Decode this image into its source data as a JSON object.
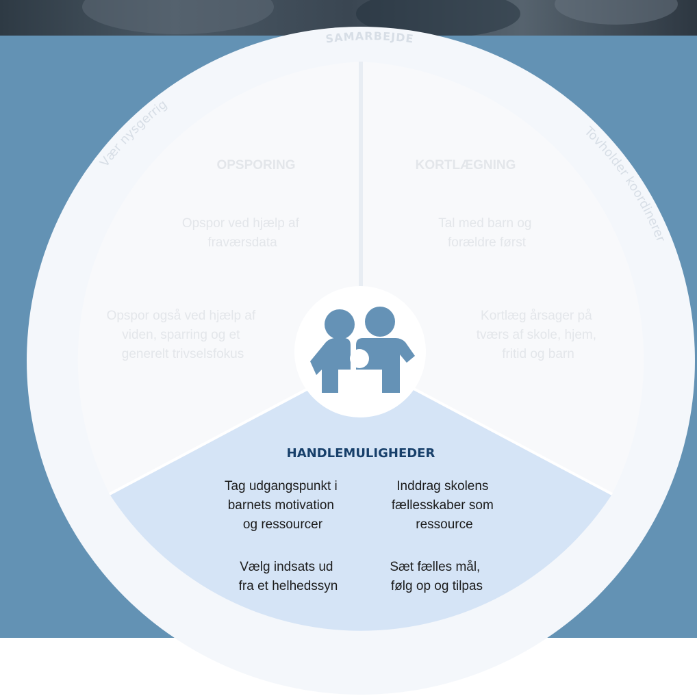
{
  "ring": {
    "top_label": "SAMARBEJDE",
    "left_label": "Vær nysgerrig",
    "right_label": "Tovholder koordinerer"
  },
  "segments": {
    "opsporing": {
      "title": "OPSPORING",
      "items": [
        "Opspor ved hjælp af",
        "fraværsdata"
      ],
      "items2": [
        "Opspor også ved hjælp af",
        "viden, sparring og et",
        "generelt trivselsfokus"
      ]
    },
    "kortlaegning": {
      "title": "KORTLÆGNING",
      "items": [
        "Tal med barn og",
        "forældre først"
      ],
      "items2": [
        "Kortlæg årsager på",
        "tværs af skole, hjem,",
        "fritid og barn"
      ]
    },
    "handlemuligheder": {
      "title": "HANDLEMULIGHEDER",
      "col1a": [
        "Tag udgangspunkt i",
        "barnets motivation",
        "og ressourcer"
      ],
      "col2a": [
        "Inddrag skolens",
        "fællesskaber som",
        "ressource"
      ],
      "col1b": [
        "Vælg indsats ud",
        "fra et helhedssyn"
      ],
      "col2b": [
        "Sæt fælles mål,",
        "følg op og tilpas"
      ]
    }
  },
  "colors": {
    "panel": "#6392b4",
    "ring": "#f4f7fb",
    "inner": "#f8f9fb",
    "active_segment": "#d5e4f6",
    "icon": "#6592b6",
    "title_active": "#173f6a",
    "faded_text": "#e3e6ea"
  },
  "center_icon": "family-icon"
}
